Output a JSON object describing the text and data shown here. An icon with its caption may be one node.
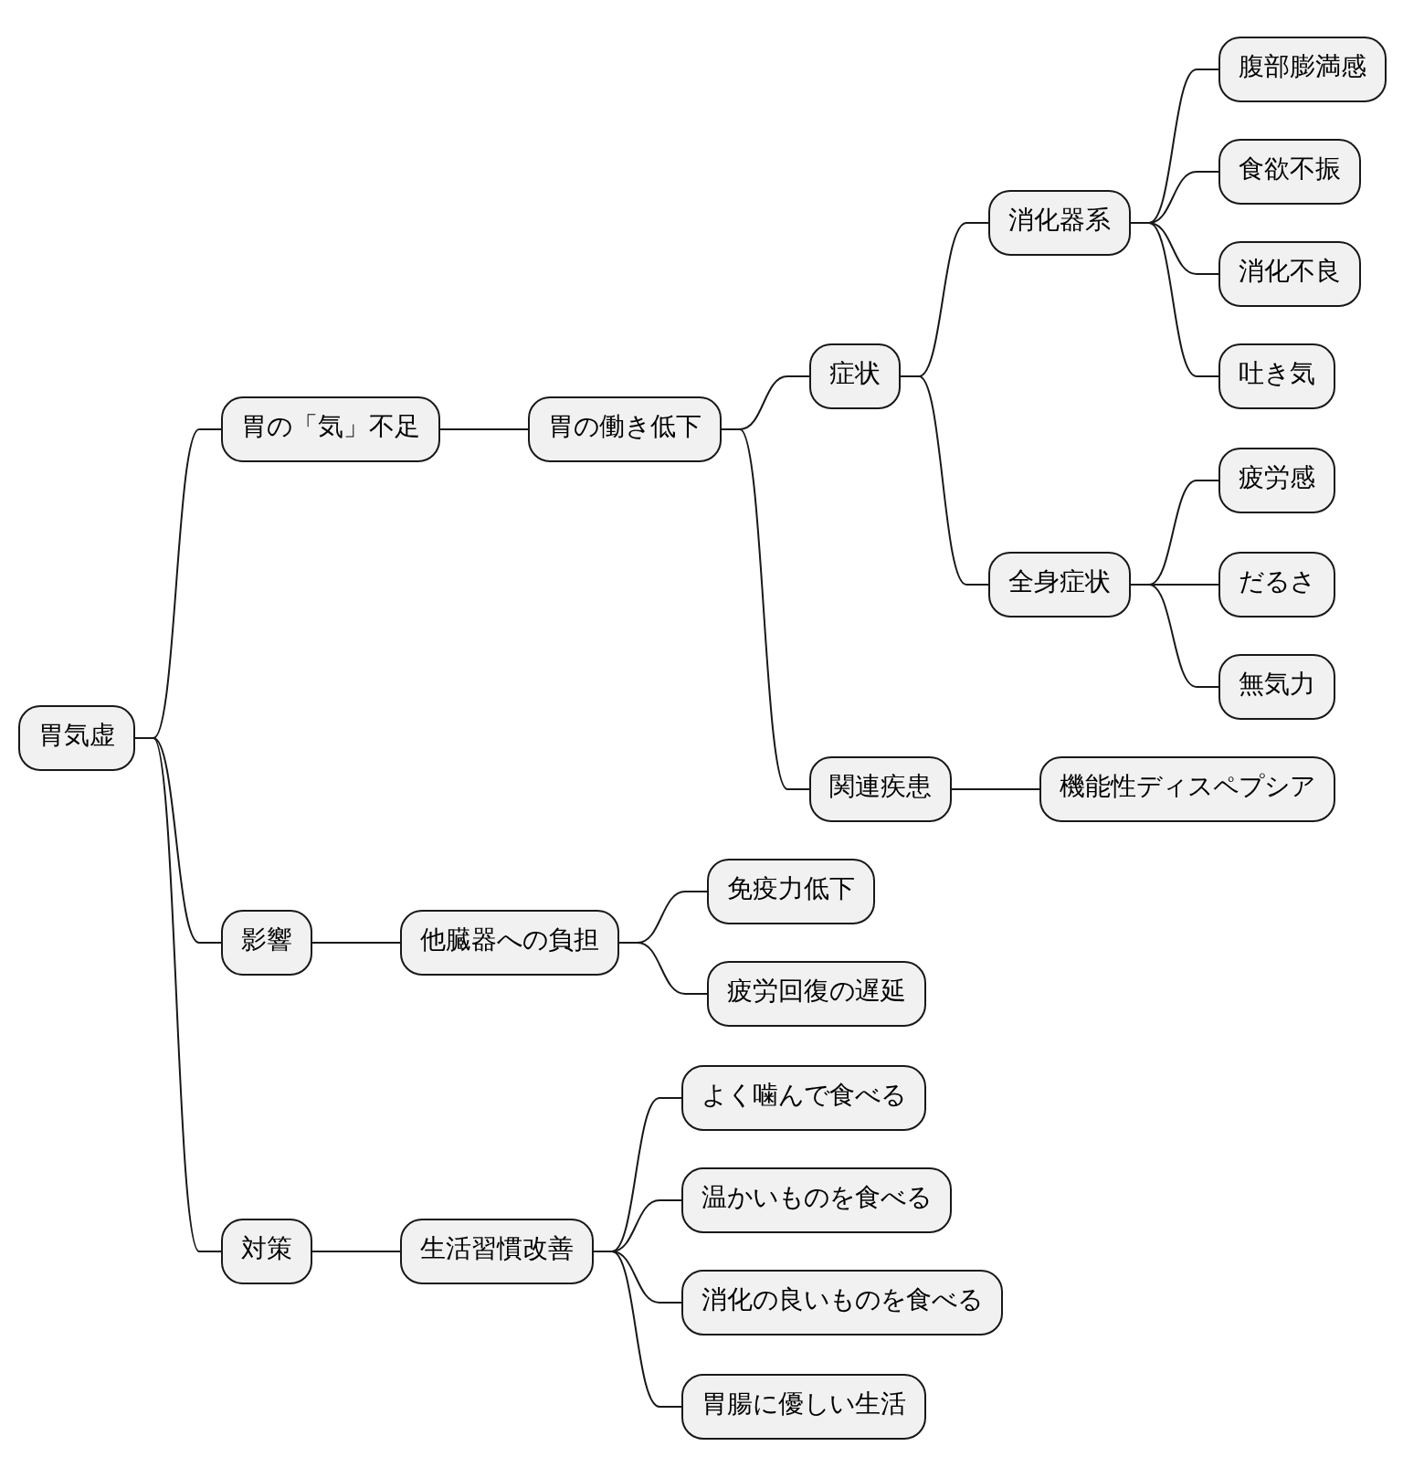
{
  "diagram": {
    "nodes": [
      {
        "text": [
          "胃気虚"
        ]
      },
      {
        "text": [
          "胃の「気」不足"
        ]
      },
      {
        "text": [
          "胃の働き低下"
        ]
      },
      {
        "text": [
          "症状"
        ]
      },
      {
        "text": [
          "消化器系"
        ]
      },
      {
        "text": [
          "腹部膨満感"
        ]
      },
      {
        "text": [
          "食欲不振"
        ]
      },
      {
        "text": [
          "消化不良"
        ]
      },
      {
        "text": [
          "吐き気"
        ]
      },
      {
        "text": [
          "全身症状"
        ]
      },
      {
        "text": [
          "疲労感"
        ]
      },
      {
        "text": [
          "だるさ"
        ]
      },
      {
        "text": [
          "無気力"
        ]
      },
      {
        "text": [
          "関連疾患"
        ]
      },
      {
        "text": [
          "機能性ディスペプシア"
        ]
      },
      {
        "text": [
          "影響"
        ]
      },
      {
        "text": [
          "他臓器への負担"
        ]
      },
      {
        "text": [
          "免疫力低下"
        ]
      },
      {
        "text": [
          "疲労回復の遅延"
        ]
      },
      {
        "text": [
          "対策"
        ]
      },
      {
        "text": [
          "生活習慣改善"
        ]
      },
      {
        "text": [
          "よく噛んで食べる"
        ]
      },
      {
        "text": [
          "温かいものを食べる"
        ]
      },
      {
        "text": [
          "消化の良いものを食べる"
        ]
      },
      {
        "text": [
          "胃腸に優しい生活"
        ]
      }
    ],
    "edges": [
      {
        "from": 0,
        "to": 1,
        "arrow": "none"
      },
      {
        "from": 1,
        "to": 2,
        "arrow": "none"
      },
      {
        "from": 2,
        "to": 3,
        "arrow": "none"
      },
      {
        "from": 3,
        "to": 4,
        "arrow": "none"
      },
      {
        "from": 4,
        "to": 5,
        "arrow": "none"
      },
      {
        "from": 4,
        "to": 6,
        "arrow": "none"
      },
      {
        "from": 4,
        "to": 7,
        "arrow": "none"
      },
      {
        "from": 4,
        "to": 8,
        "arrow": "none"
      },
      {
        "from": 3,
        "to": 9,
        "arrow": "none"
      },
      {
        "from": 9,
        "to": 10,
        "arrow": "none"
      },
      {
        "from": 9,
        "to": 11,
        "arrow": "none"
      },
      {
        "from": 9,
        "to": 12,
        "arrow": "none"
      },
      {
        "from": 2,
        "to": 13,
        "arrow": "none"
      },
      {
        "from": 13,
        "to": 14,
        "arrow": "none"
      },
      {
        "from": 0,
        "to": 15,
        "arrow": "none"
      },
      {
        "from": 15,
        "to": 16,
        "arrow": "none"
      },
      {
        "from": 16,
        "to": 17,
        "arrow": "none"
      },
      {
        "from": 16,
        "to": 18,
        "arrow": "none"
      },
      {
        "from": 0,
        "to": 19,
        "arrow": "none"
      },
      {
        "from": 19,
        "to": 20,
        "arrow": "none"
      },
      {
        "from": 20,
        "to": 21,
        "arrow": "none"
      },
      {
        "from": 20,
        "to": 22,
        "arrow": "none"
      },
      {
        "from": 20,
        "to": 23,
        "arrow": "none"
      },
      {
        "from": 20,
        "to": 24,
        "arrow": "none"
      }
    ]
  }
}
